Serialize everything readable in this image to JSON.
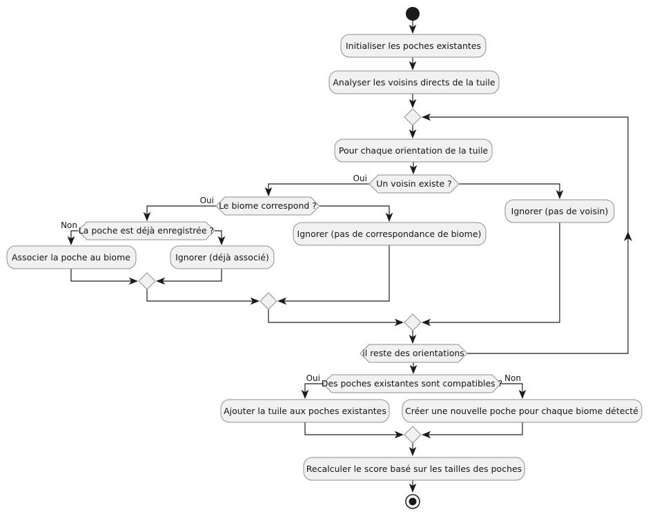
{
  "diagram": {
    "type": "activity-flowchart",
    "language": "fr",
    "colors": {
      "background": "#ffffff",
      "node_fill": "#f1f1f1",
      "node_border": "#8f8f8f",
      "line": "#1b1b1b",
      "text": "#141414"
    },
    "activities": {
      "init": "Initialiser les poches existantes",
      "analyser": "Analyser les voisins directs de la tuile",
      "pour_chaque": "Pour chaque orientation de la tuile",
      "ignorer_voisin": "Ignorer (pas de voisin)",
      "ignorer_biome": "Ignorer (pas de correspondance de biome)",
      "associer": "Associer la poche au biome",
      "ignorer_associe": "Ignorer (déjà associé)",
      "ajouter": "Ajouter la tuile aux poches existantes",
      "creer": "Créer une nouvelle poche pour chaque biome détecté",
      "recalculer": "Recalculer le score basé sur les tailles des poches"
    },
    "decisions": {
      "voisin_existe": "Un voisin existe ?",
      "biome_correspond": "Le biome correspond ?",
      "poche_enregistree": "La poche est déjà enregistrée ?",
      "reste_orientations": "il reste des orientations",
      "poches_compatibles": "Des poches existantes sont compatibles ?"
    },
    "edge_labels": {
      "voisin_oui": "Oui",
      "biome_oui": "Oui",
      "poche_non": "Non",
      "compatibles_oui": "Oui",
      "compatibles_non": "Non"
    },
    "edges": [
      {
        "from": "start",
        "to": "init"
      },
      {
        "from": "init",
        "to": "analyser"
      },
      {
        "from": "analyser",
        "to": "merge-top"
      },
      {
        "from": "merge-top",
        "to": "pour_chaque"
      },
      {
        "from": "pour_chaque",
        "to": "voisin_existe"
      },
      {
        "from": "voisin_existe",
        "to": "biome_correspond",
        "label": "Oui"
      },
      {
        "from": "voisin_existe",
        "to": "ignorer_voisin"
      },
      {
        "from": "biome_correspond",
        "to": "poche_enregistree",
        "label": "Oui"
      },
      {
        "from": "biome_correspond",
        "to": "ignorer_biome"
      },
      {
        "from": "poche_enregistree",
        "to": "associer",
        "label": "Non"
      },
      {
        "from": "poche_enregistree",
        "to": "ignorer_associe"
      },
      {
        "from": "associer",
        "to": "merge-1"
      },
      {
        "from": "ignorer_associe",
        "to": "merge-1"
      },
      {
        "from": "merge-1",
        "to": "merge-2"
      },
      {
        "from": "ignorer_biome",
        "to": "merge-2"
      },
      {
        "from": "merge-2",
        "to": "merge-3"
      },
      {
        "from": "ignorer_voisin",
        "to": "merge-3"
      },
      {
        "from": "merge-3",
        "to": "reste_orientations"
      },
      {
        "from": "reste_orientations",
        "to": "merge-top"
      },
      {
        "from": "reste_orientations",
        "to": "poches_compatibles"
      },
      {
        "from": "poches_compatibles",
        "to": "ajouter",
        "label": "Oui"
      },
      {
        "from": "poches_compatibles",
        "to": "creer",
        "label": "Non"
      },
      {
        "from": "ajouter",
        "to": "merge-4"
      },
      {
        "from": "creer",
        "to": "merge-4"
      },
      {
        "from": "merge-4",
        "to": "recalculer"
      },
      {
        "from": "recalculer",
        "to": "end"
      }
    ]
  }
}
